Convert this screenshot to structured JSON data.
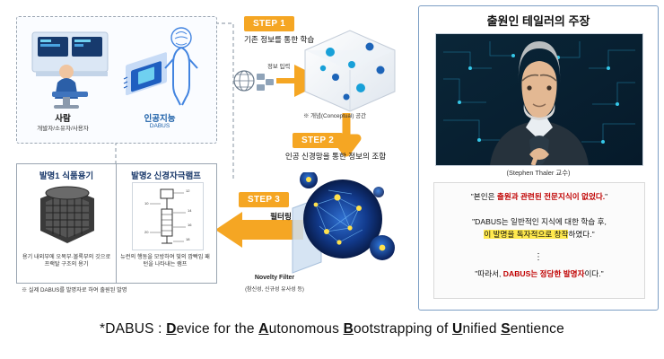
{
  "left_panel": {
    "actors_box": {
      "person": {
        "label": "사람",
        "sub": "개발자/소유자/사용자"
      },
      "ai": {
        "label": "인공지능",
        "sub": "DABUS"
      }
    },
    "inventions_box": {
      "left": {
        "header": "발명1 식품용기",
        "caption": "용기 내외부에 오목부·볼록부의 깃으로 프랙탈 구조의 용기"
      },
      "right": {
        "header": "발명2 신경자극램프",
        "caption": "뉴런의 행동을 모방하여 빛의 깜빡임 패턴을 나타내는 램프"
      },
      "footnote": "※ 실제 DABUS를 발명자로 하여 출원된 발명"
    },
    "steps": [
      {
        "chip": "STEP 1",
        "text": "기존 정보를 통한 학습",
        "note": "정보 입력"
      },
      {
        "chip": "STEP 2",
        "text": "인공 신경망을 통한 정보의 조합"
      },
      {
        "chip": "STEP 3",
        "text": "필터링"
      }
    ],
    "concept_space_note": "※ 개념(Conceptual) 공간",
    "novelty_filter": {
      "title": "Novelty Filter",
      "sub": "(참신성, 신규성 유사성 등)"
    }
  },
  "right_panel": {
    "title": "출원인 테일러의 주장",
    "portrait_caption": "(Stephen Thaler 교수)",
    "quotes": {
      "q1_prefix": "\"본인은 ",
      "q1_red": "출원과 관련된 전문지식이 없었다.",
      "q1_suffix": "\"",
      "q2": "\"DABUS는 일반적인 지식에 대한 학습 후,",
      "q3_highlight": "이 발명을 독자적으로 창작",
      "q3_suffix": "하였다.\"",
      "dots": "⋮",
      "q4_prefix": "\"따라서, ",
      "q4_red": "DABUS는 정당한 발명자",
      "q4_suffix": "이다.\""
    }
  },
  "bottom_caption": {
    "prefix": "*DABUS : ",
    "parts": [
      {
        "cap": "D",
        "rest": "evice"
      },
      {
        "cap": "",
        "rest": "for"
      },
      {
        "cap": "",
        "rest": "the"
      },
      {
        "cap": "A",
        "rest": "utonomous"
      },
      {
        "cap": "B",
        "rest": "ootstrapping"
      },
      {
        "cap": "",
        "rest": "of"
      },
      {
        "cap": "U",
        "rest": "nified"
      },
      {
        "cap": "S",
        "rest": "entience"
      }
    ]
  },
  "colors": {
    "step_orange": "#f5a623",
    "accent_blue": "#1b5fa8",
    "quote_red": "#c00000",
    "highlight_yellow": "#ffe94d"
  }
}
